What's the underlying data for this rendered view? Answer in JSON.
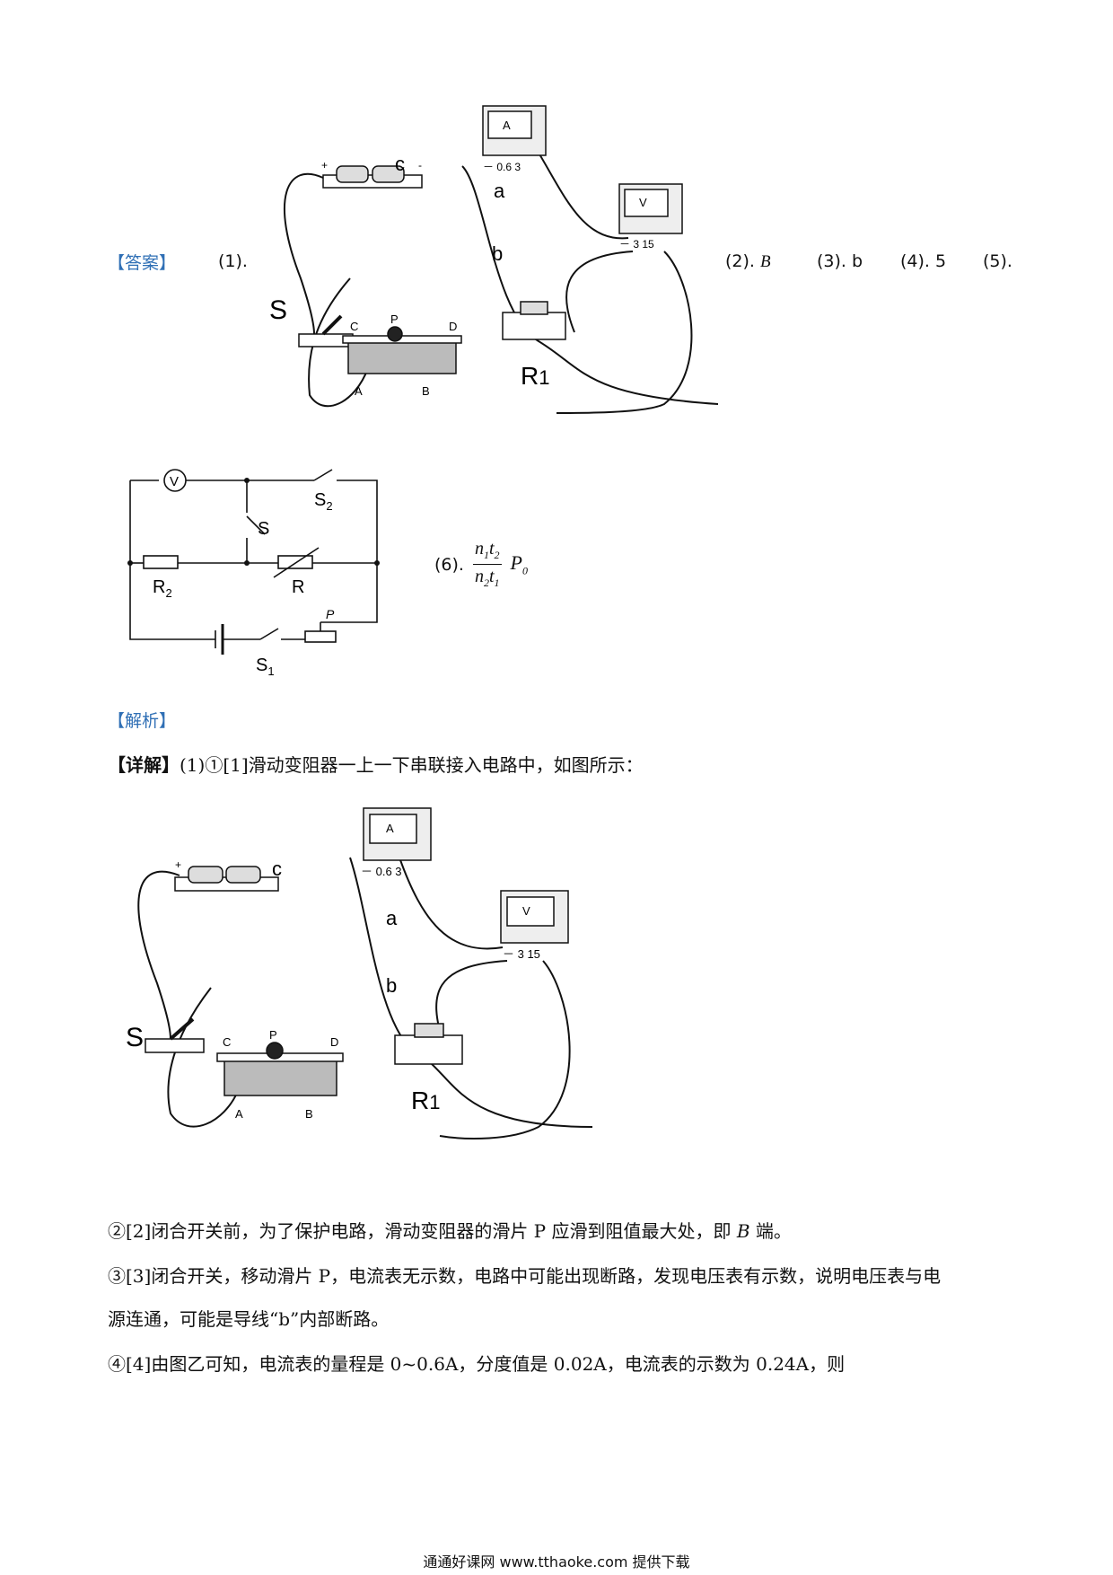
{
  "answer": {
    "tag": "【答案】",
    "item1": "(1).",
    "item2": "(2).",
    "item2_val": "B",
    "item3": "(3).",
    "item3_val": "b",
    "item4": "(4).",
    "item4_val": "5",
    "item5": "(5).",
    "item6": "(6).",
    "formula": {
      "n1": "n",
      "s1": "1",
      "t2": "t",
      "s2": "2",
      "n2": "n",
      "s3": "2",
      "t1": "t",
      "s4": "1",
      "p": "P",
      "s5": "0"
    }
  },
  "circuit_labels": {
    "a": "a",
    "b": "b",
    "c": "c",
    "S": "S",
    "R1": "R",
    "R1_sub": "1",
    "P": "P",
    "C": "C",
    "D": "D",
    "A": "A",
    "B": "B",
    "ammeter": "A",
    "voltmeter": "V",
    "ammeter_scale": "－ 0.6 3",
    "voltmeter_scale": "－ 3 15",
    "plus": "+",
    "minus": "-"
  },
  "schematic": {
    "V": "V",
    "S": "S",
    "S2": "S",
    "S2_sub": "2",
    "S1": "S",
    "S1_sub": "1",
    "R": "R",
    "R2": "R",
    "R2_sub": "2",
    "P": "P"
  },
  "analysis": {
    "tag": "【解析】",
    "detail_tag": "【详解】",
    "line1": "(1)①[1]滑动变阻器一上一下串联接入电路中，如图所示：",
    "line2a": "②[2]闭合开关前，为了保护电路，滑动变阻器的滑片 P 应滑到阻值最大处，即 ",
    "line2b": "B",
    "line2c": " 端。",
    "line3": "③[3]闭合开关，移动滑片 P，电流表无示数，电路中可能出现断路，发现电压表有示数，说明电压表与电",
    "line4": "源连通，可能是导线“b”内部断路。",
    "line5": "④[4]由图乙可知，电流表的量程是 0~0.6A，分度值是 0.02A，电流表的示数为 0.24A，则"
  },
  "footer": {
    "text": "通通好课网  www.tthaoke.com  提供下载"
  }
}
